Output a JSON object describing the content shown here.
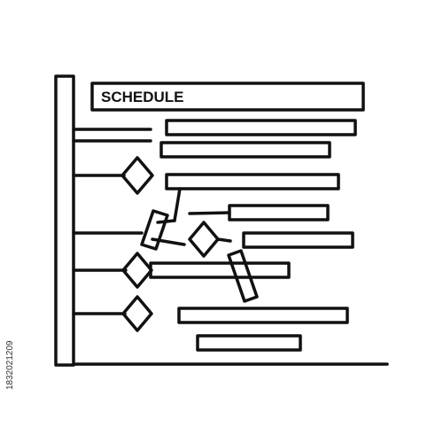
{
  "icon": {
    "name": "schedule-gantt-chart-icon",
    "title": "SCHEDULE",
    "stroke_color": "#111111",
    "background_color": "#ffffff",
    "style": "outline"
  },
  "watermark": {
    "side_id": "1832021209"
  }
}
